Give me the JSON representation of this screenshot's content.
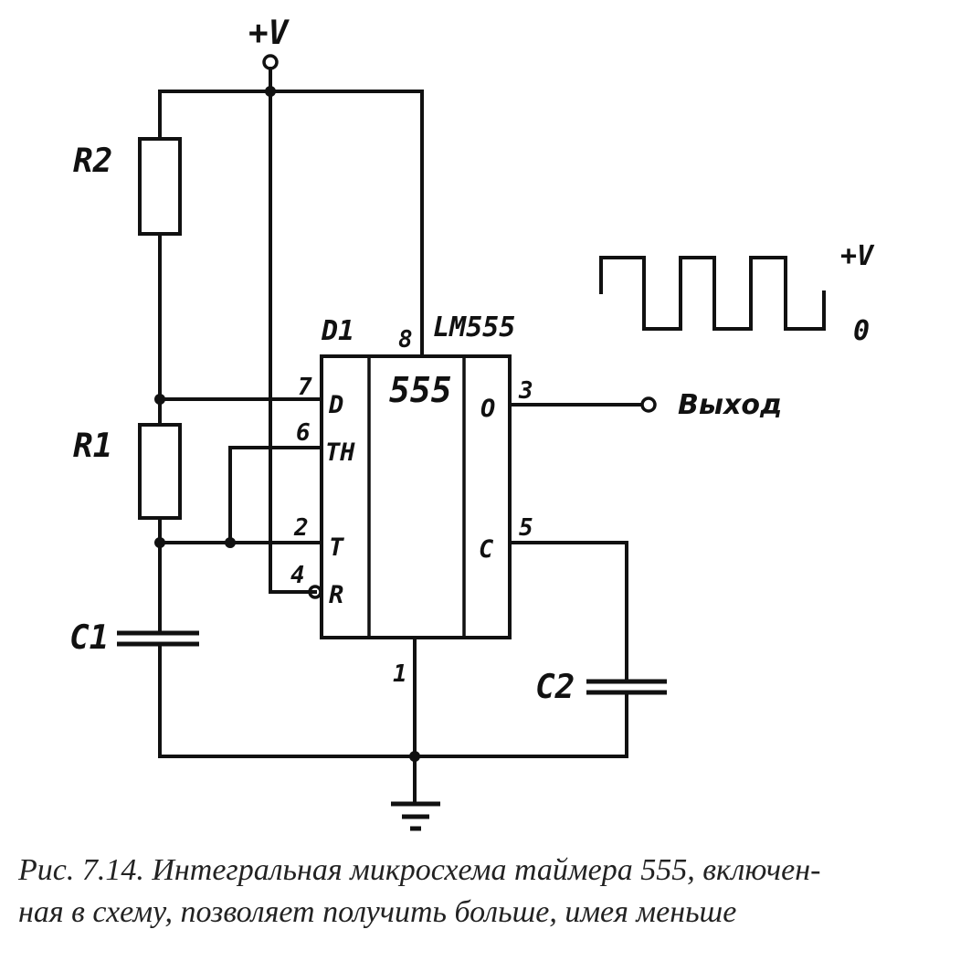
{
  "labels": {
    "supply": "+V",
    "r2": "R2",
    "r1": "R1",
    "c1": "C1",
    "c2": "C2",
    "chip_ref": "D1",
    "chip_part": "LM555",
    "chip_body": "555",
    "output": "Выход"
  },
  "pins": {
    "p8": "8",
    "p7": "7",
    "p6": "6",
    "p2": "2",
    "p4": "4",
    "p3": "3",
    "p5": "5",
    "p1": "1"
  },
  "pin_names": {
    "d": "D",
    "th": "TH",
    "t": "T",
    "r": "R",
    "o": "O",
    "c": "C"
  },
  "waveform": {
    "high": "+V",
    "low": "0"
  },
  "caption": {
    "line1": "Рис. 7.14. Интегральная микросхема таймера 555, включен-",
    "line2": "ная в схему, позволяет получить больше, имея меньше"
  }
}
